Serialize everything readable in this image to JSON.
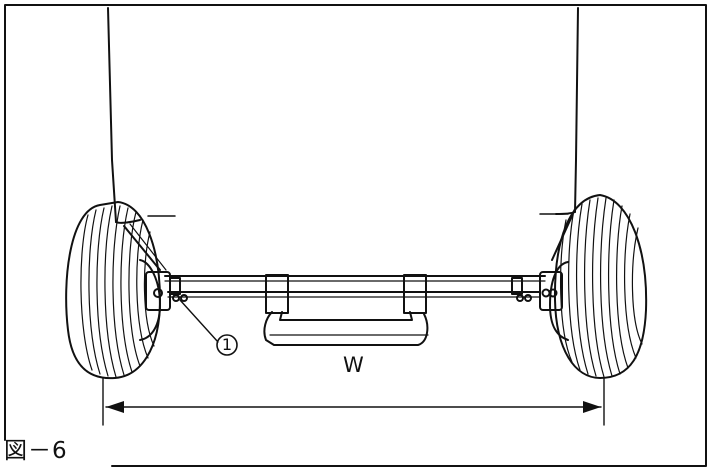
{
  "figure": {
    "caption": "図－6",
    "dimension_label": "W",
    "callout_number": "1",
    "icon": "tractor-rear-axle-drawing",
    "line_color": "#111111",
    "background_color": "#ffffff"
  }
}
